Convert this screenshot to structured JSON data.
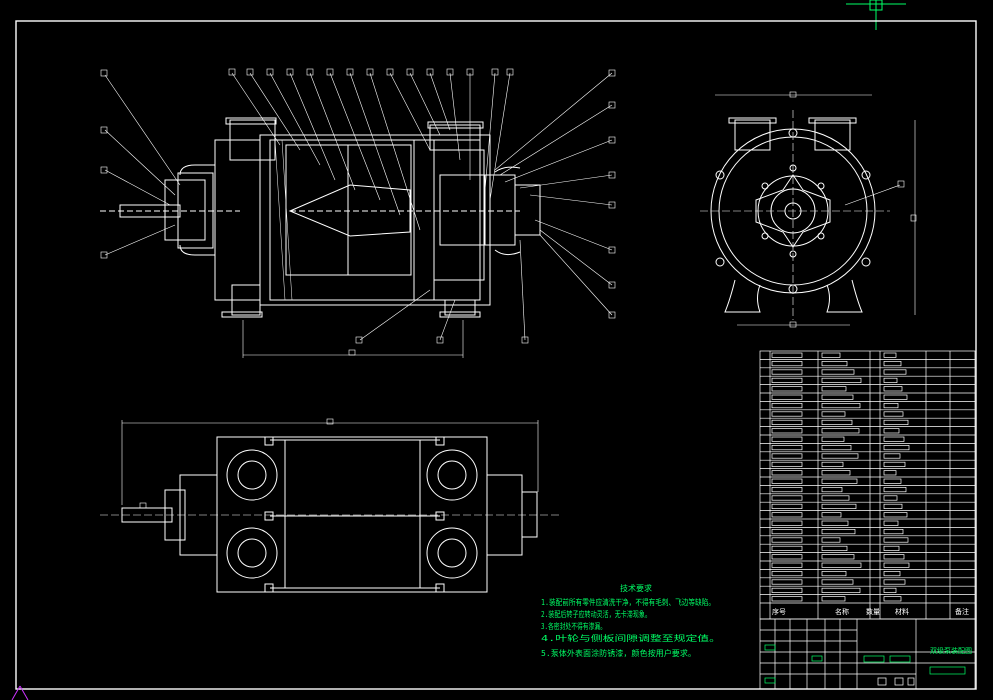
{
  "drawing": {
    "title_block": {
      "title": "双级泵装配图"
    },
    "tech_requirements": {
      "heading": "技术要求",
      "lines": [
        "1.装配前所有零件应清洗干净，不得有毛刺、飞边等缺陷。",
        "2.装配后转子应转动灵活，无卡滞现象。",
        "3.各密封处不得有渗漏。",
        "4.叶轮与侧板间隙调整至规定值。",
        "5.泵体外表面涂防锈漆，颜色按用户要求。"
      ]
    },
    "parts_list": {
      "footer_labels": [
        "序号",
        "名称",
        "数量",
        "材料",
        "备注"
      ]
    },
    "colors": {
      "lines": "#ffffff",
      "text": "#ffffff",
      "notes": "#00ff66",
      "background": "#000000"
    }
  }
}
